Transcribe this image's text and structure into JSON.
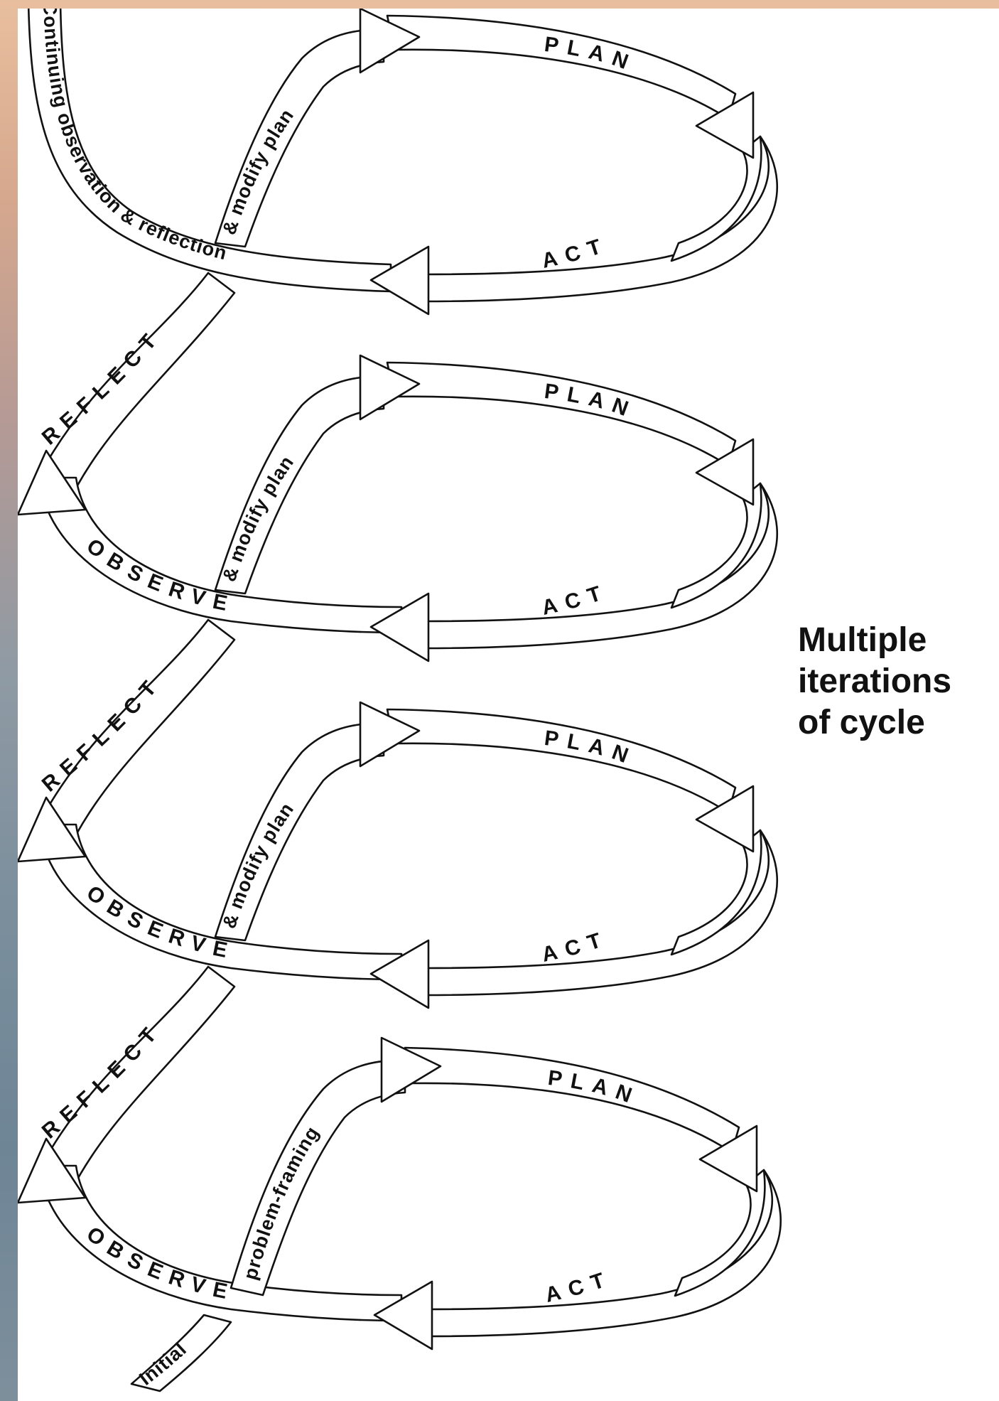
{
  "caption": {
    "line1": "Multiple",
    "line2": "iterations",
    "line3": "of cycle"
  },
  "cycles": [
    {
      "plan": "PLAN",
      "act": "ACT",
      "bottom": "Continuing observation & reflection",
      "reflect": "REFLECT",
      "link": "& modify plan"
    },
    {
      "plan": "PLAN",
      "act": "ACT",
      "bottom": "OBSERVE",
      "reflect": "REFLECT",
      "link": "& modify plan"
    },
    {
      "plan": "PLAN",
      "act": "ACT",
      "bottom": "OBSERVE",
      "reflect": "REFLECT",
      "link": "& modify plan"
    },
    {
      "plan": "PLAN",
      "act": "ACT",
      "bottom": "OBSERVE",
      "link": "problem-framing"
    }
  ],
  "entry": {
    "label": "Initial"
  }
}
